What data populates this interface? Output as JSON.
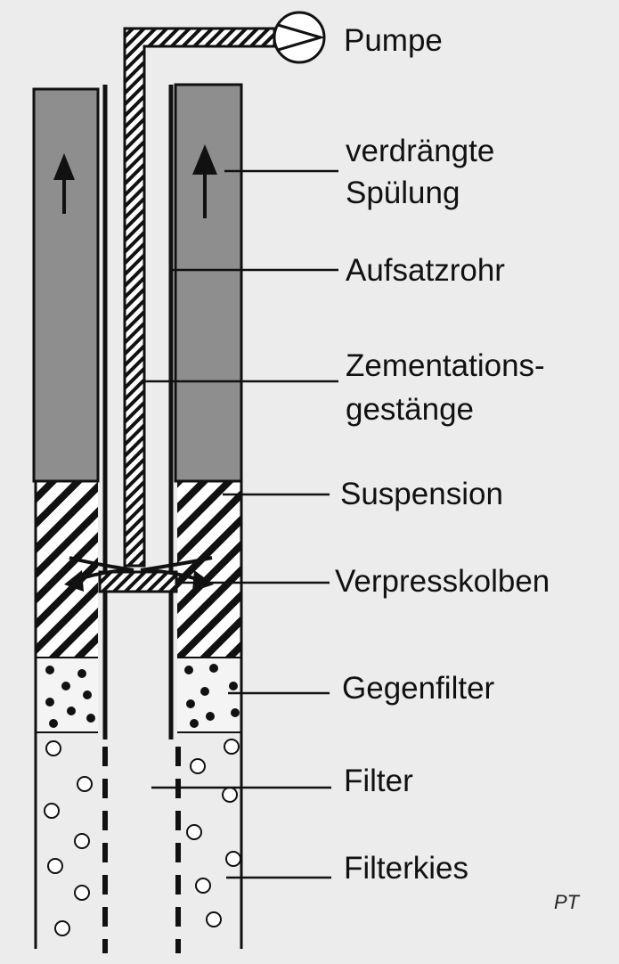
{
  "labels": {
    "pump": "Pumpe",
    "displaced_fluid_line1": "verdrängte",
    "displaced_fluid_line2": "Spülung",
    "riser_pipe": "Aufsatzrohr",
    "cementing_rod_line1": "Zementations-",
    "cementing_rod_line2": "gestänge",
    "suspension": "Suspension",
    "grouting_piston": "Verpresskolben",
    "counter_filter": "Gegenfilter",
    "filter": "Filter",
    "filter_gravel": "Filterkies"
  },
  "credit": "PT",
  "colors": {
    "background": "#ececec",
    "fluid_gray": "#8e8e8e",
    "ink": "#111111"
  }
}
